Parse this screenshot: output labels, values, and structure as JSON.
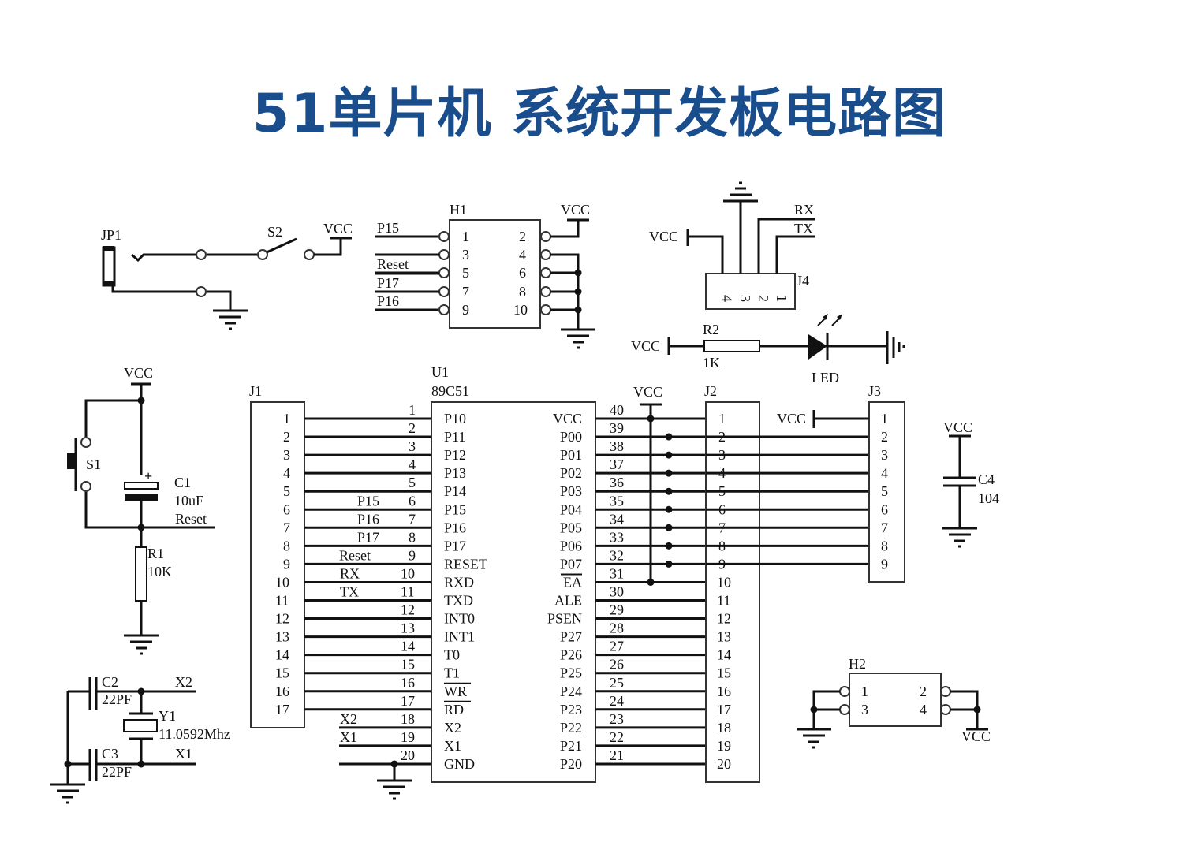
{
  "title": "51单片机 系统开发板电路图",
  "colors": {
    "title": "#1a4d8c",
    "wire": "#111111"
  },
  "power": {
    "vcc": "VCC"
  },
  "jp1": {
    "ref": "JP1",
    "switch": "S2"
  },
  "h1": {
    "ref": "H1",
    "left_pins": [
      "1",
      "3",
      "5",
      "7",
      "9"
    ],
    "right_pins": [
      "2",
      "4",
      "6",
      "8",
      "10"
    ],
    "left_nets": [
      "P15",
      "",
      "Reset",
      "P17",
      "P16"
    ]
  },
  "j4": {
    "ref": "J4",
    "pins": [
      "4",
      "3",
      "2",
      "1"
    ],
    "nets": {
      "rx": "RX",
      "tx": "TX"
    }
  },
  "led_circuit": {
    "resistor_ref": "R2",
    "resistor_value": "1K",
    "led_label": "LED"
  },
  "reset_circuit": {
    "switch": "S1",
    "cap_ref": "C1",
    "cap_value": "10uF",
    "net": "Reset",
    "res_ref": "R1",
    "res_value": "10K"
  },
  "crystal_circuit": {
    "c2_ref": "C2",
    "c2_value": "22PF",
    "c3_ref": "C3",
    "c3_value": "22PF",
    "xtal_ref": "Y1",
    "xtal_value": "11.0592Mhz",
    "x2": "X2",
    "x1": "X1"
  },
  "j1": {
    "ref": "J1",
    "pins": [
      "1",
      "2",
      "3",
      "4",
      "5",
      "6",
      "7",
      "8",
      "9",
      "10",
      "11",
      "12",
      "13",
      "14",
      "15",
      "16",
      "17"
    ]
  },
  "u1": {
    "ref": "U1",
    "part": "89C51",
    "left_pins": [
      {
        "num": "1",
        "name": "P10",
        "net": ""
      },
      {
        "num": "2",
        "name": "P11",
        "net": ""
      },
      {
        "num": "3",
        "name": "P12",
        "net": ""
      },
      {
        "num": "4",
        "name": "P13",
        "net": ""
      },
      {
        "num": "5",
        "name": "P14",
        "net": ""
      },
      {
        "num": "6",
        "name": "P15",
        "net": "P15"
      },
      {
        "num": "7",
        "name": "P16",
        "net": "P16"
      },
      {
        "num": "8",
        "name": "P17",
        "net": "P17"
      },
      {
        "num": "9",
        "name": "RESET",
        "net": "Reset"
      },
      {
        "num": "10",
        "name": "RXD",
        "net": "RX"
      },
      {
        "num": "11",
        "name": "TXD",
        "net": "TX"
      },
      {
        "num": "12",
        "name": "INT0",
        "net": ""
      },
      {
        "num": "13",
        "name": "INT1",
        "net": ""
      },
      {
        "num": "14",
        "name": "T0",
        "net": ""
      },
      {
        "num": "15",
        "name": "T1",
        "net": ""
      },
      {
        "num": "16",
        "name": "WR",
        "net": ""
      },
      {
        "num": "17",
        "name": "RD",
        "net": ""
      },
      {
        "num": "18",
        "name": "X2",
        "net": "X2"
      },
      {
        "num": "19",
        "name": "X1",
        "net": "X1"
      },
      {
        "num": "20",
        "name": "GND",
        "net": ""
      }
    ],
    "right_pins": [
      {
        "num": "40",
        "name": "VCC"
      },
      {
        "num": "39",
        "name": "P00"
      },
      {
        "num": "38",
        "name": "P01"
      },
      {
        "num": "37",
        "name": "P02"
      },
      {
        "num": "36",
        "name": "P03"
      },
      {
        "num": "35",
        "name": "P04"
      },
      {
        "num": "34",
        "name": "P05"
      },
      {
        "num": "33",
        "name": "P06"
      },
      {
        "num": "32",
        "name": "P07"
      },
      {
        "num": "31",
        "name": "EA"
      },
      {
        "num": "30",
        "name": "ALE"
      },
      {
        "num": "29",
        "name": "PSEN"
      },
      {
        "num": "28",
        "name": "P27"
      },
      {
        "num": "27",
        "name": "P26"
      },
      {
        "num": "26",
        "name": "P25"
      },
      {
        "num": "25",
        "name": "P24"
      },
      {
        "num": "24",
        "name": "P23"
      },
      {
        "num": "23",
        "name": "P22"
      },
      {
        "num": "22",
        "name": "P21"
      },
      {
        "num": "21",
        "name": "P20"
      }
    ]
  },
  "j2": {
    "ref": "J2",
    "pins": [
      "1",
      "2",
      "3",
      "4",
      "5",
      "6",
      "7",
      "8",
      "9",
      "10",
      "11",
      "12",
      "13",
      "14",
      "15",
      "16",
      "17",
      "18",
      "19",
      "20"
    ]
  },
  "j3": {
    "ref": "J3",
    "pins": [
      "1",
      "2",
      "3",
      "4",
      "5",
      "6",
      "7",
      "8",
      "9"
    ]
  },
  "c4": {
    "ref": "C4",
    "value": "104"
  },
  "h2": {
    "ref": "H2",
    "left_pins": [
      "1",
      "3"
    ],
    "right_pins": [
      "2",
      "4"
    ]
  }
}
